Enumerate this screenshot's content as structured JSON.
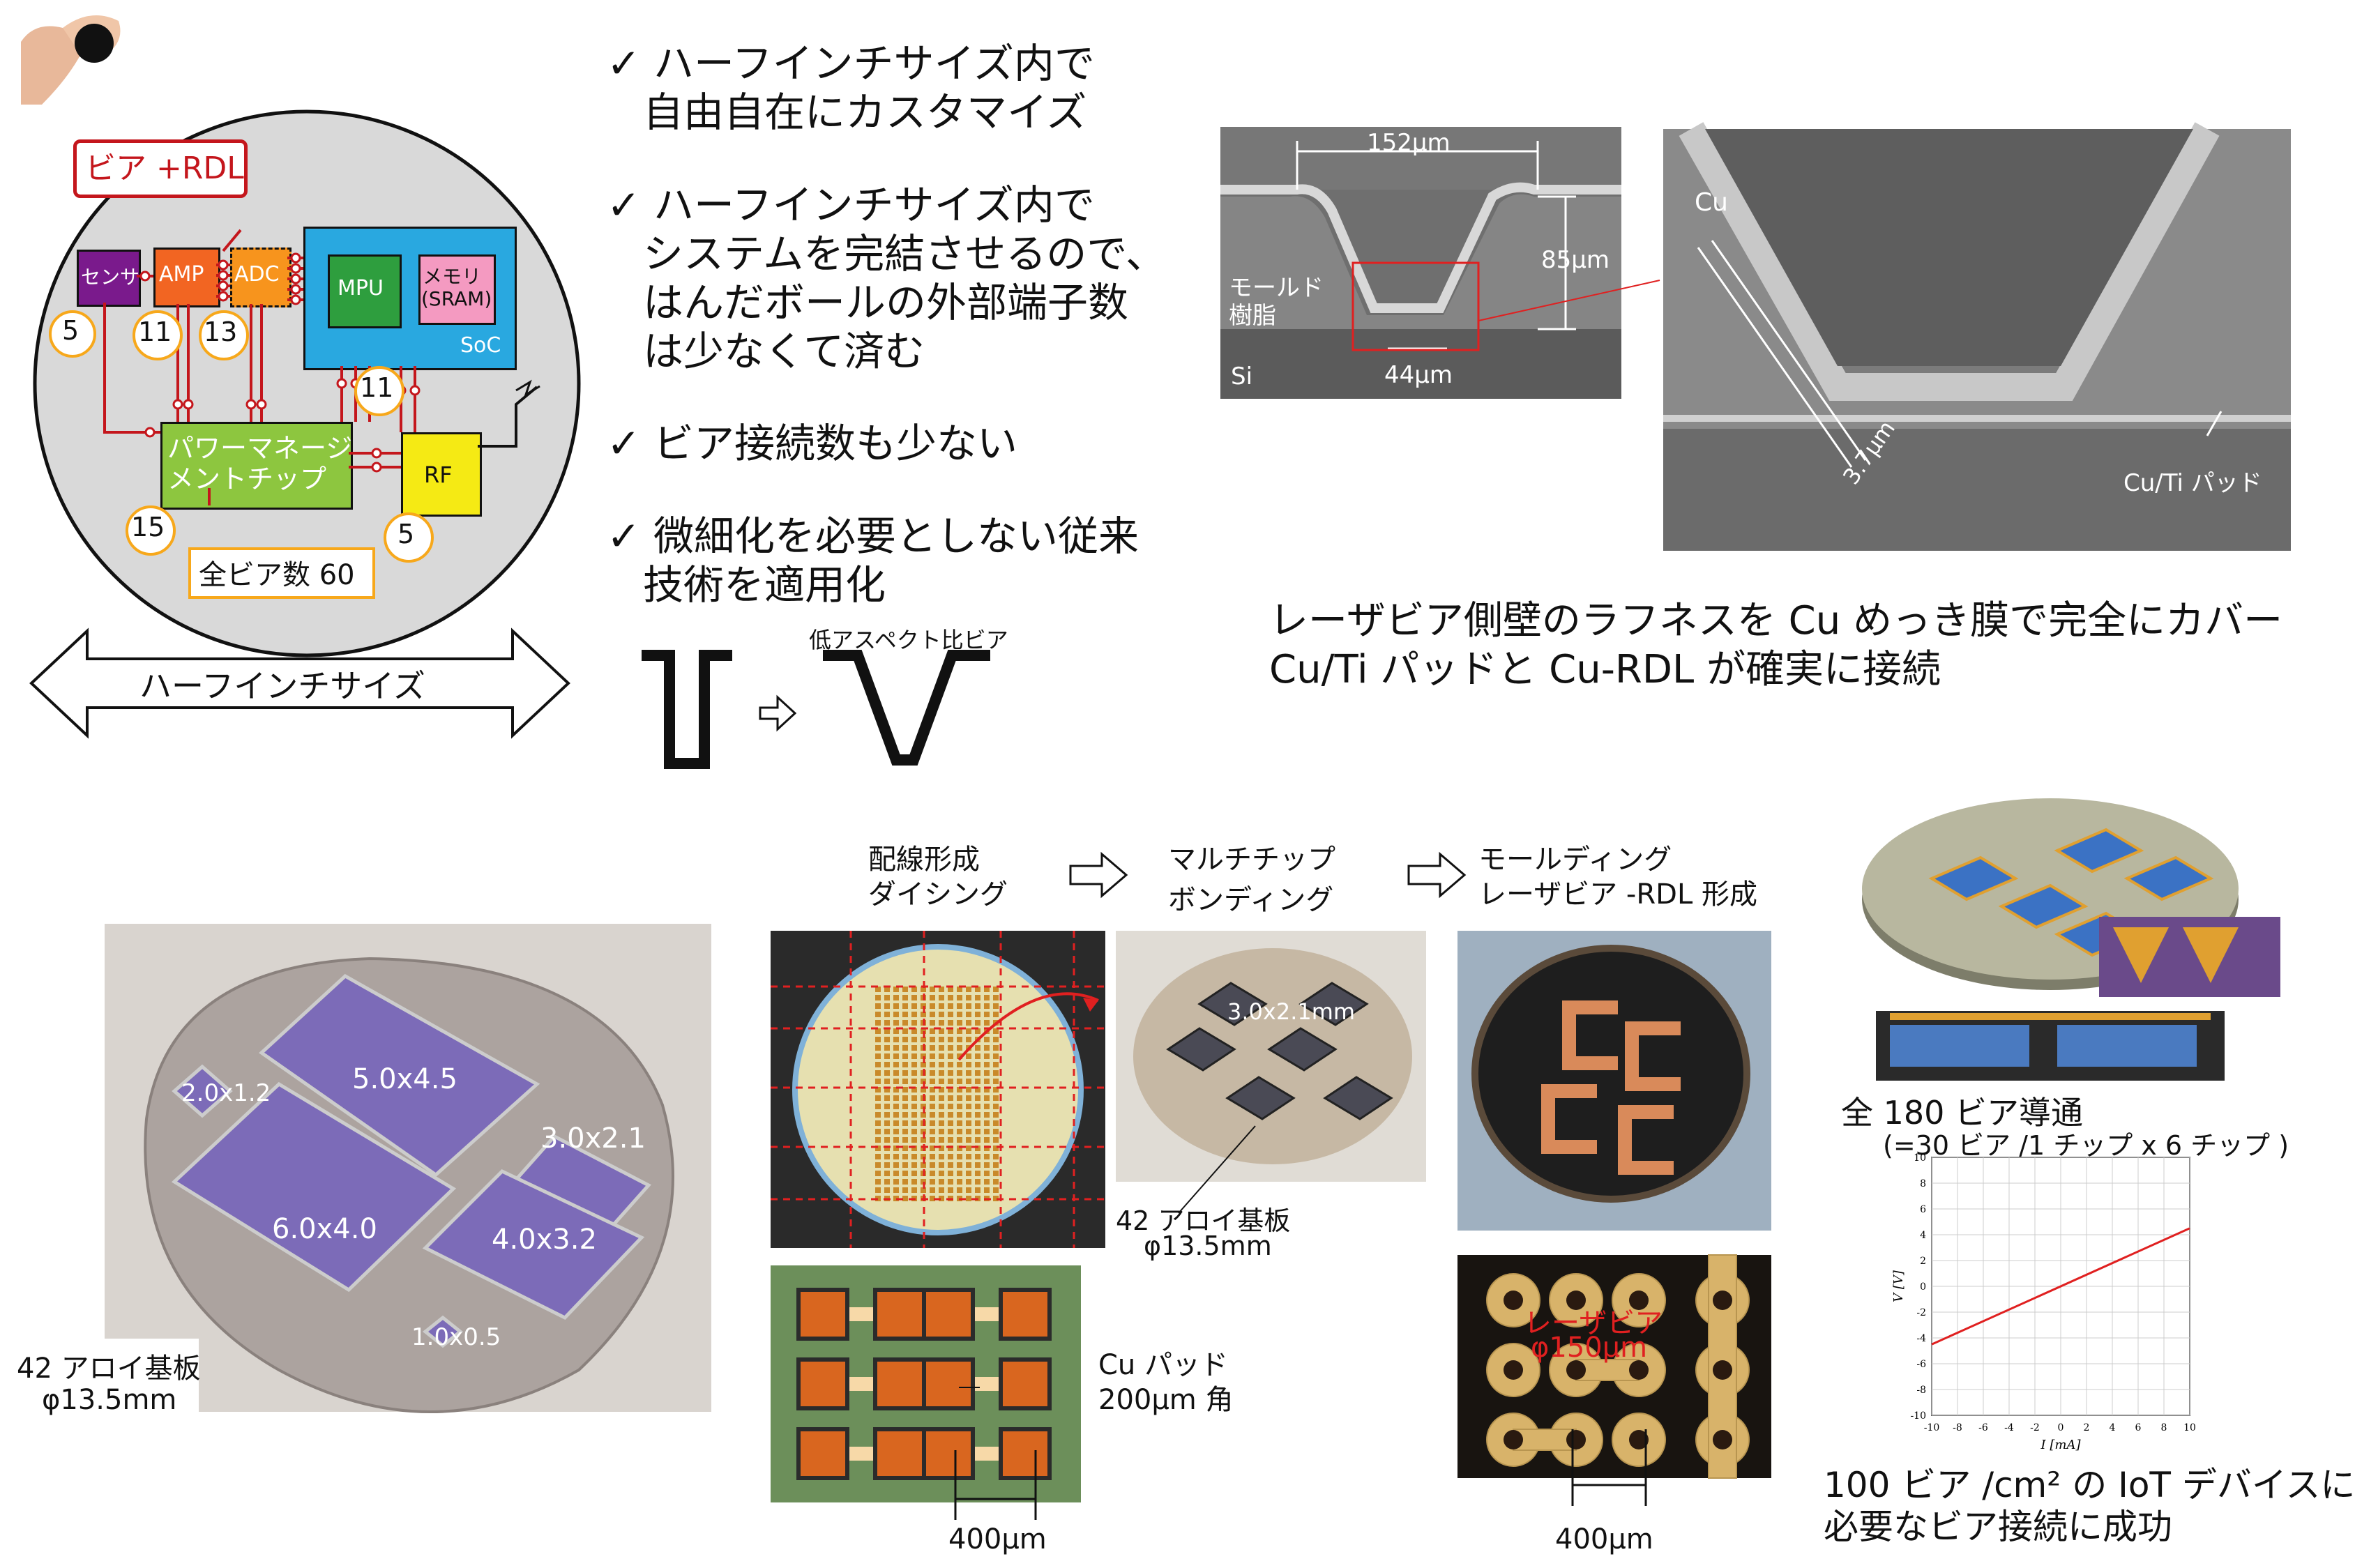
{
  "bullets": [
    {
      "line1": "✓ ハーフインチサイズ内で",
      "line2": "自由自在にカスタマイズ"
    },
    {
      "line1": "✓ ハーフインチサイズ内で",
      "line2": "システムを完結させるので、",
      "line3": "はんだボールの外部端子数",
      "line4": "は少なくて済む"
    },
    {
      "line1": "✓ ビア接続数も少ない"
    },
    {
      "line1": "✓ 微細化を必要としない従来",
      "line2": "技術を適用化"
    }
  ],
  "diagram": {
    "callout": "ビア +RDL",
    "sensor": "センサ",
    "amp": "AMP",
    "adc": "ADC",
    "mpu": "MPU",
    "memory": "メモリ",
    "sram": "(SRAM)",
    "soc": "SoC",
    "pmic_line1": "パワーマネージ",
    "pmic_line2": "メントチップ",
    "rf": "RF",
    "n_sensor": "5",
    "n_amp": "11",
    "n_adc": "13",
    "n_soc": "11",
    "n_pmic": "15",
    "n_rf": "5",
    "total": "全ビア数 60",
    "half_inch": "ハーフインチサイズ"
  },
  "aspect_label": "低アスペクト比ビア",
  "sem": {
    "w_top": "152μm",
    "depth": "85μm",
    "w_bottom": "44μm",
    "mold_line1": "モールド",
    "mold_line2": "樹脂",
    "si": "Si",
    "cu": "Cu",
    "thickness": "3.7μm",
    "pad": "Cu/Ti パッド",
    "desc1": "レーザビア側壁のラフネスを Cu めっき膜で完全にカバー",
    "desc2": "Cu/Ti パッドと Cu-RDL が確実に接続"
  },
  "process": {
    "step1_line1": "配線形成",
    "step1_line2": "ダイシング",
    "step2_line1": "マルチチップ",
    "step2_line2": "ボンディング",
    "step3_line1": "モールディング",
    "step3_line2": "レーザビア -RDL 形成"
  },
  "substrate_photo": {
    "chips": [
      "2.0x1.2",
      "5.0x4.5",
      "3.0x2.1",
      "6.0x4.0",
      "4.0x3.2",
      "1.0x0.5"
    ],
    "label_line1": "42 アロイ基板",
    "label_line2": "φ13.5mm"
  },
  "pads": {
    "label_line1": "Cu パッド",
    "label_line2": "200μm 角",
    "pitch": "400μm"
  },
  "bonded": {
    "chip": "3.0x2.1mm",
    "label_line1": "42 アロイ基板",
    "label_line2": "φ13.5mm"
  },
  "vias": {
    "label_line1": "レーザビア",
    "label_line2": "φ150μm",
    "pitch": "400μm"
  },
  "result": {
    "line1": "全 180 ビア導通",
    "line2": "(=30 ビア /1 チップ x 6 チップ )",
    "bottom1": "100 ビア /cm² の IoT デバイスに",
    "bottom2": "必要なビア接続に成功"
  },
  "chart_data": {
    "type": "line",
    "xlabel": "I [mA]",
    "ylabel": "V [V]",
    "xlim": [
      -10,
      10
    ],
    "ylim": [
      -10,
      10
    ],
    "xticks": [
      -10,
      -8,
      -6,
      -4,
      -2,
      0,
      2,
      4,
      6,
      8,
      10
    ],
    "yticks": [
      -10,
      -8,
      -6,
      -4,
      -2,
      0,
      2,
      4,
      6,
      8,
      10
    ],
    "grid": true,
    "series": [
      {
        "x": [
          -10,
          10
        ],
        "y": [
          -4.5,
          4.5
        ],
        "color": "#e02020"
      }
    ]
  },
  "colors": {
    "accent_red": "#c4161c",
    "soc_blue": "#29a8e0",
    "pmic_green": "#8dc63f",
    "rf_yellow": "#f5ea14",
    "sensor_purple": "#7a1a8c",
    "amp_orange": "#f26522",
    "adc_orange": "#f7941d"
  }
}
